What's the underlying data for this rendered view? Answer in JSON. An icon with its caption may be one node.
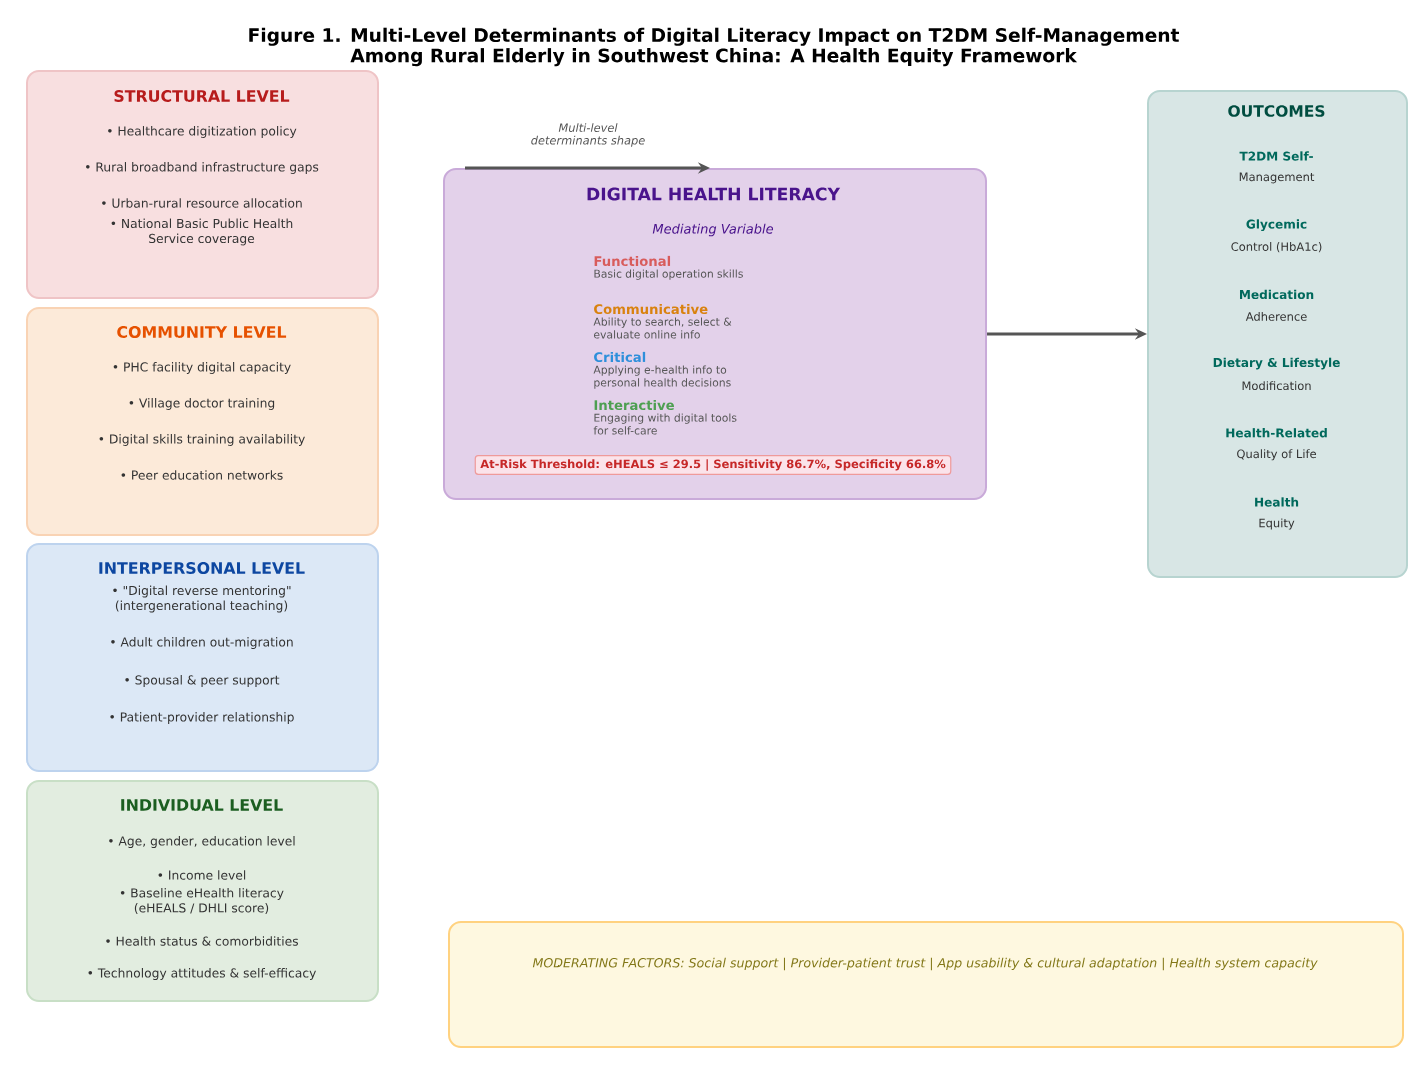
{
  "diagram": {
    "title": "Figure 1. Multi-Level Determinants of Digital Literacy Impact on T2DM Self-Management Among Rural Elderly in Southwest China: A Health Equity Framework",
    "nodes": [
      {
        "text": [
          "STRUCTURAL LEVEL",
          "• Healthcare digitization policy",
          "• Rural broadband infrastructure gaps",
          "• Urban-rural resource allocation",
          "• National Basic Public Health Service coverage"
        ]
      },
      {
        "text": [
          "COMMUNITY LEVEL",
          "• PHC facility digital capacity",
          "• Village doctor training",
          "• Digital skills training availability",
          "• Peer education networks"
        ]
      },
      {
        "text": [
          "INTERPERSONAL LEVEL",
          "• \"Digital reverse mentoring\" (intergenerational teaching)",
          "• Adult children out-migration",
          "• Spousal & peer support",
          "• Patient-provider relationship"
        ]
      },
      {
        "text": [
          "INDIVIDUAL LEVEL",
          "• Age, gender, education level",
          "• Income level",
          "• Baseline eHealth literacy (eHEALS / DHLI score)",
          "• Health status & comorbidities",
          "• Technology attitudes & self-efficacy"
        ]
      },
      {
        "text": [
          "DIGITAL HEALTH LITERACY",
          "Mediating Variable",
          "Functional",
          "Basic digital operation skills",
          "Communicative",
          "Ability to search, select & evaluate online info",
          "Critical",
          "Applying e-health info to personal health decisions",
          "Interactive",
          "Engaging with digital tools for self-care"
        ]
      },
      {
        "text": [
          "At-Risk Threshold: eHEALS ≤ 29.5 | Sensitivity 86.7%, Specificity 66.8%"
        ],
        "in": 4
      },
      {
        "text": [
          "OUTCOMES",
          "T2DM Self-",
          "Management",
          "Glycemic",
          "Control (HbA1c)",
          "Medication",
          "Adherence",
          "Dietary & Lifestyle",
          "Modification",
          "Health-Related",
          "Quality of Life",
          "Health",
          "Equity"
        ]
      },
      {
        "text": [
          "MODERATING FACTORS: Social support | Provider-patient trust | App usability & cultural adaptation | Health system capacity"
        ]
      }
    ],
    "edges": [
      {
        "from": null,
        "to": 4,
        "arrow": "to",
        "label": "Multi-level determinants shape"
      },
      {
        "from": 4,
        "to": 6,
        "arrow": "to"
      }
    ]
  }
}
